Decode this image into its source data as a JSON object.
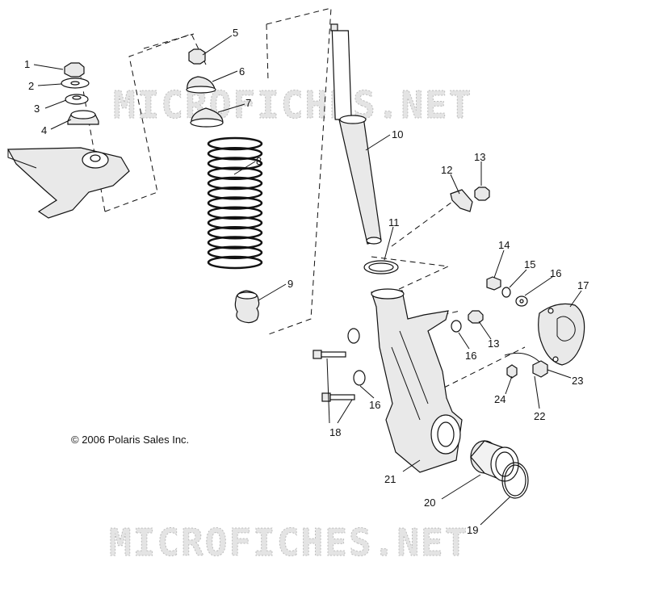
{
  "watermark": "MICROFICHES.NET",
  "copyright": "© 2006 Polaris Sales Inc.",
  "callouts": [
    "1",
    "2",
    "3",
    "4",
    "5",
    "6",
    "7",
    "8",
    "9",
    "10",
    "11",
    "12",
    "13",
    "13",
    "14",
    "15",
    "16",
    "16",
    "16",
    "17",
    "18",
    "19",
    "20",
    "21",
    "22",
    "23",
    "24"
  ]
}
